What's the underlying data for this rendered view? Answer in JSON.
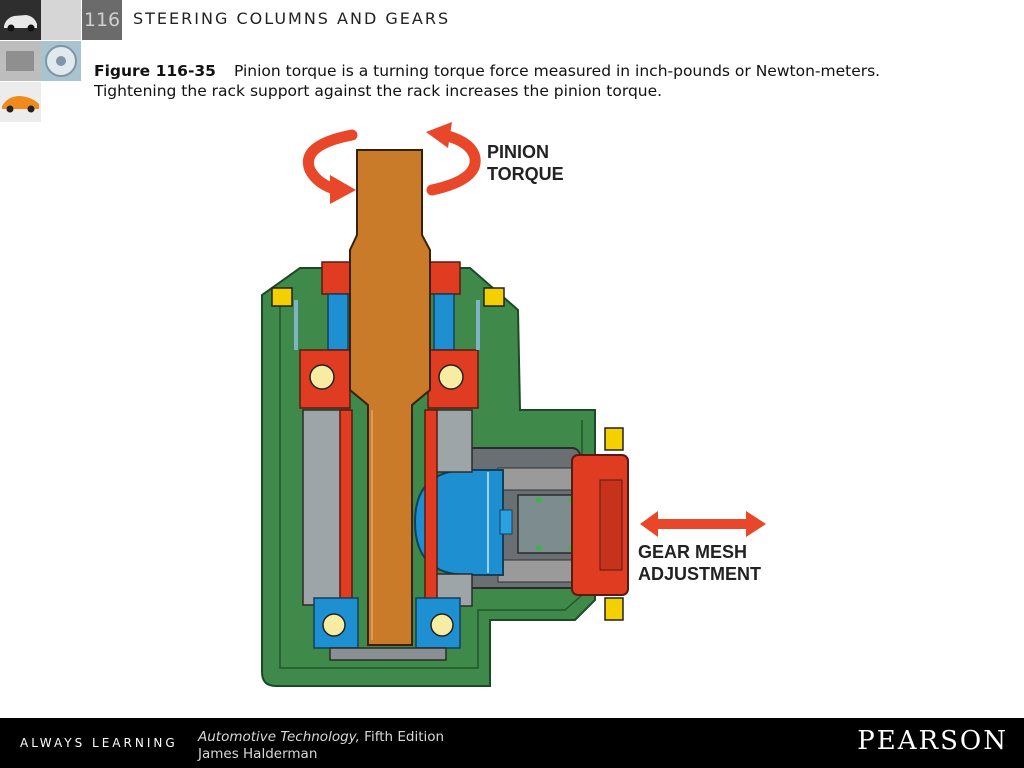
{
  "header": {
    "chapter_number": "116",
    "chapter_title": "STEERING COLUMNS AND GEARS"
  },
  "caption": {
    "figure_number": "Figure 116-35",
    "text": "Pinion torque is a turning torque force measured in inch-pounds or Newton-meters. Tightening the rack support against the rack increases the pinion torque."
  },
  "diagram": {
    "label_pinion_line1": "PINION",
    "label_pinion_line2": "TORQUE",
    "label_gear_line1": "GEAR MESH",
    "label_gear_line2": "ADJUSTMENT"
  },
  "footer": {
    "tagline": "ALWAYS LEARNING",
    "book_title": "Automotive Technology,",
    "edition": " Fifth Edition",
    "author": "James Halderman",
    "publisher": "PEARSON"
  },
  "colors": {
    "housing_green": "#3f8a4a",
    "shaft_orange": "#c97b2a",
    "seal_red": "#e03c22",
    "bearing_blue": "#1e8fd0",
    "ball_yellow": "#f6eda2",
    "bolt_yellow": "#f5d000",
    "arrow_red": "#e8472a",
    "footer_black": "#000000"
  }
}
